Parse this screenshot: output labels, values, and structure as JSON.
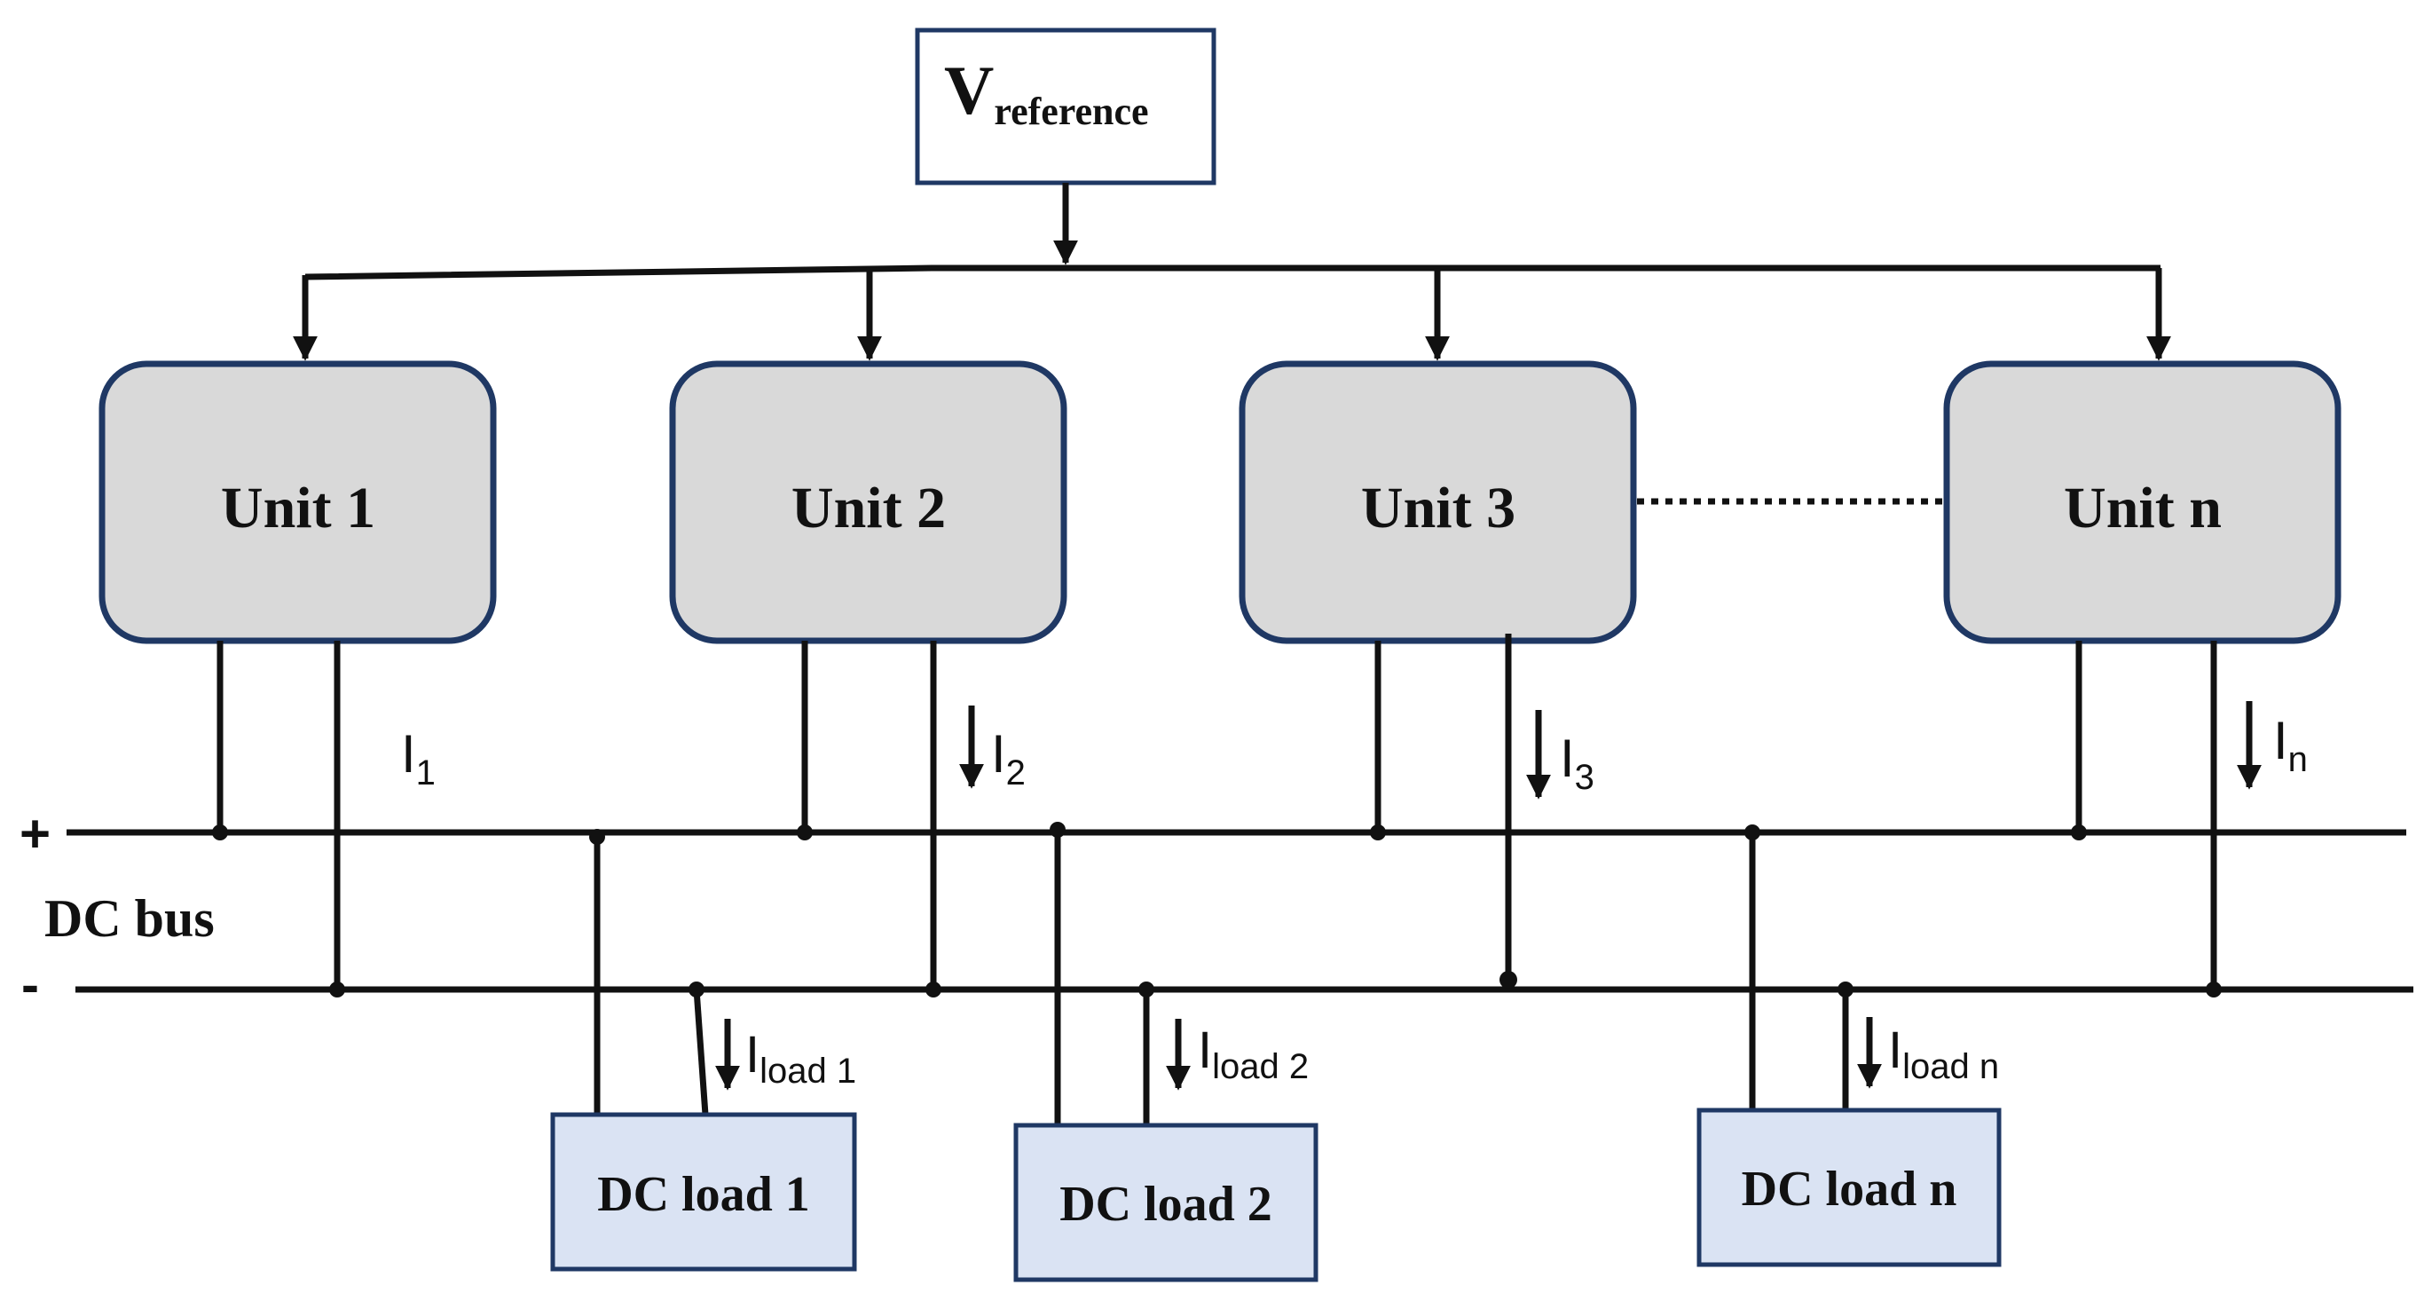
{
  "reference": {
    "main": "V",
    "sub": "reference"
  },
  "units": [
    {
      "label": "Unit 1",
      "current_main": "I",
      "current_sub": "1"
    },
    {
      "label": "Unit 2",
      "current_main": "I",
      "current_sub": "2"
    },
    {
      "label": "Unit 3",
      "current_main": "I",
      "current_sub": "3"
    },
    {
      "label": "Unit n",
      "current_main": "I",
      "current_sub": "n"
    }
  ],
  "bus": {
    "label": "DC bus",
    "plus": "+",
    "minus": "-"
  },
  "loads": [
    {
      "label": "DC load 1",
      "current_main": "I",
      "current_sub": "load 1"
    },
    {
      "label": "DC load 2",
      "current_main": "I",
      "current_sub": "load 2"
    },
    {
      "label": "DC load n",
      "current_main": "I",
      "current_sub": "load n"
    }
  ],
  "colors": {
    "unit_fill": "#d9d9d9",
    "unit_stroke": "#1f3864",
    "load_fill": "#dae3f3",
    "load_stroke": "#1f3864",
    "reference_fill": "#ffffff",
    "wire": "#111111"
  }
}
